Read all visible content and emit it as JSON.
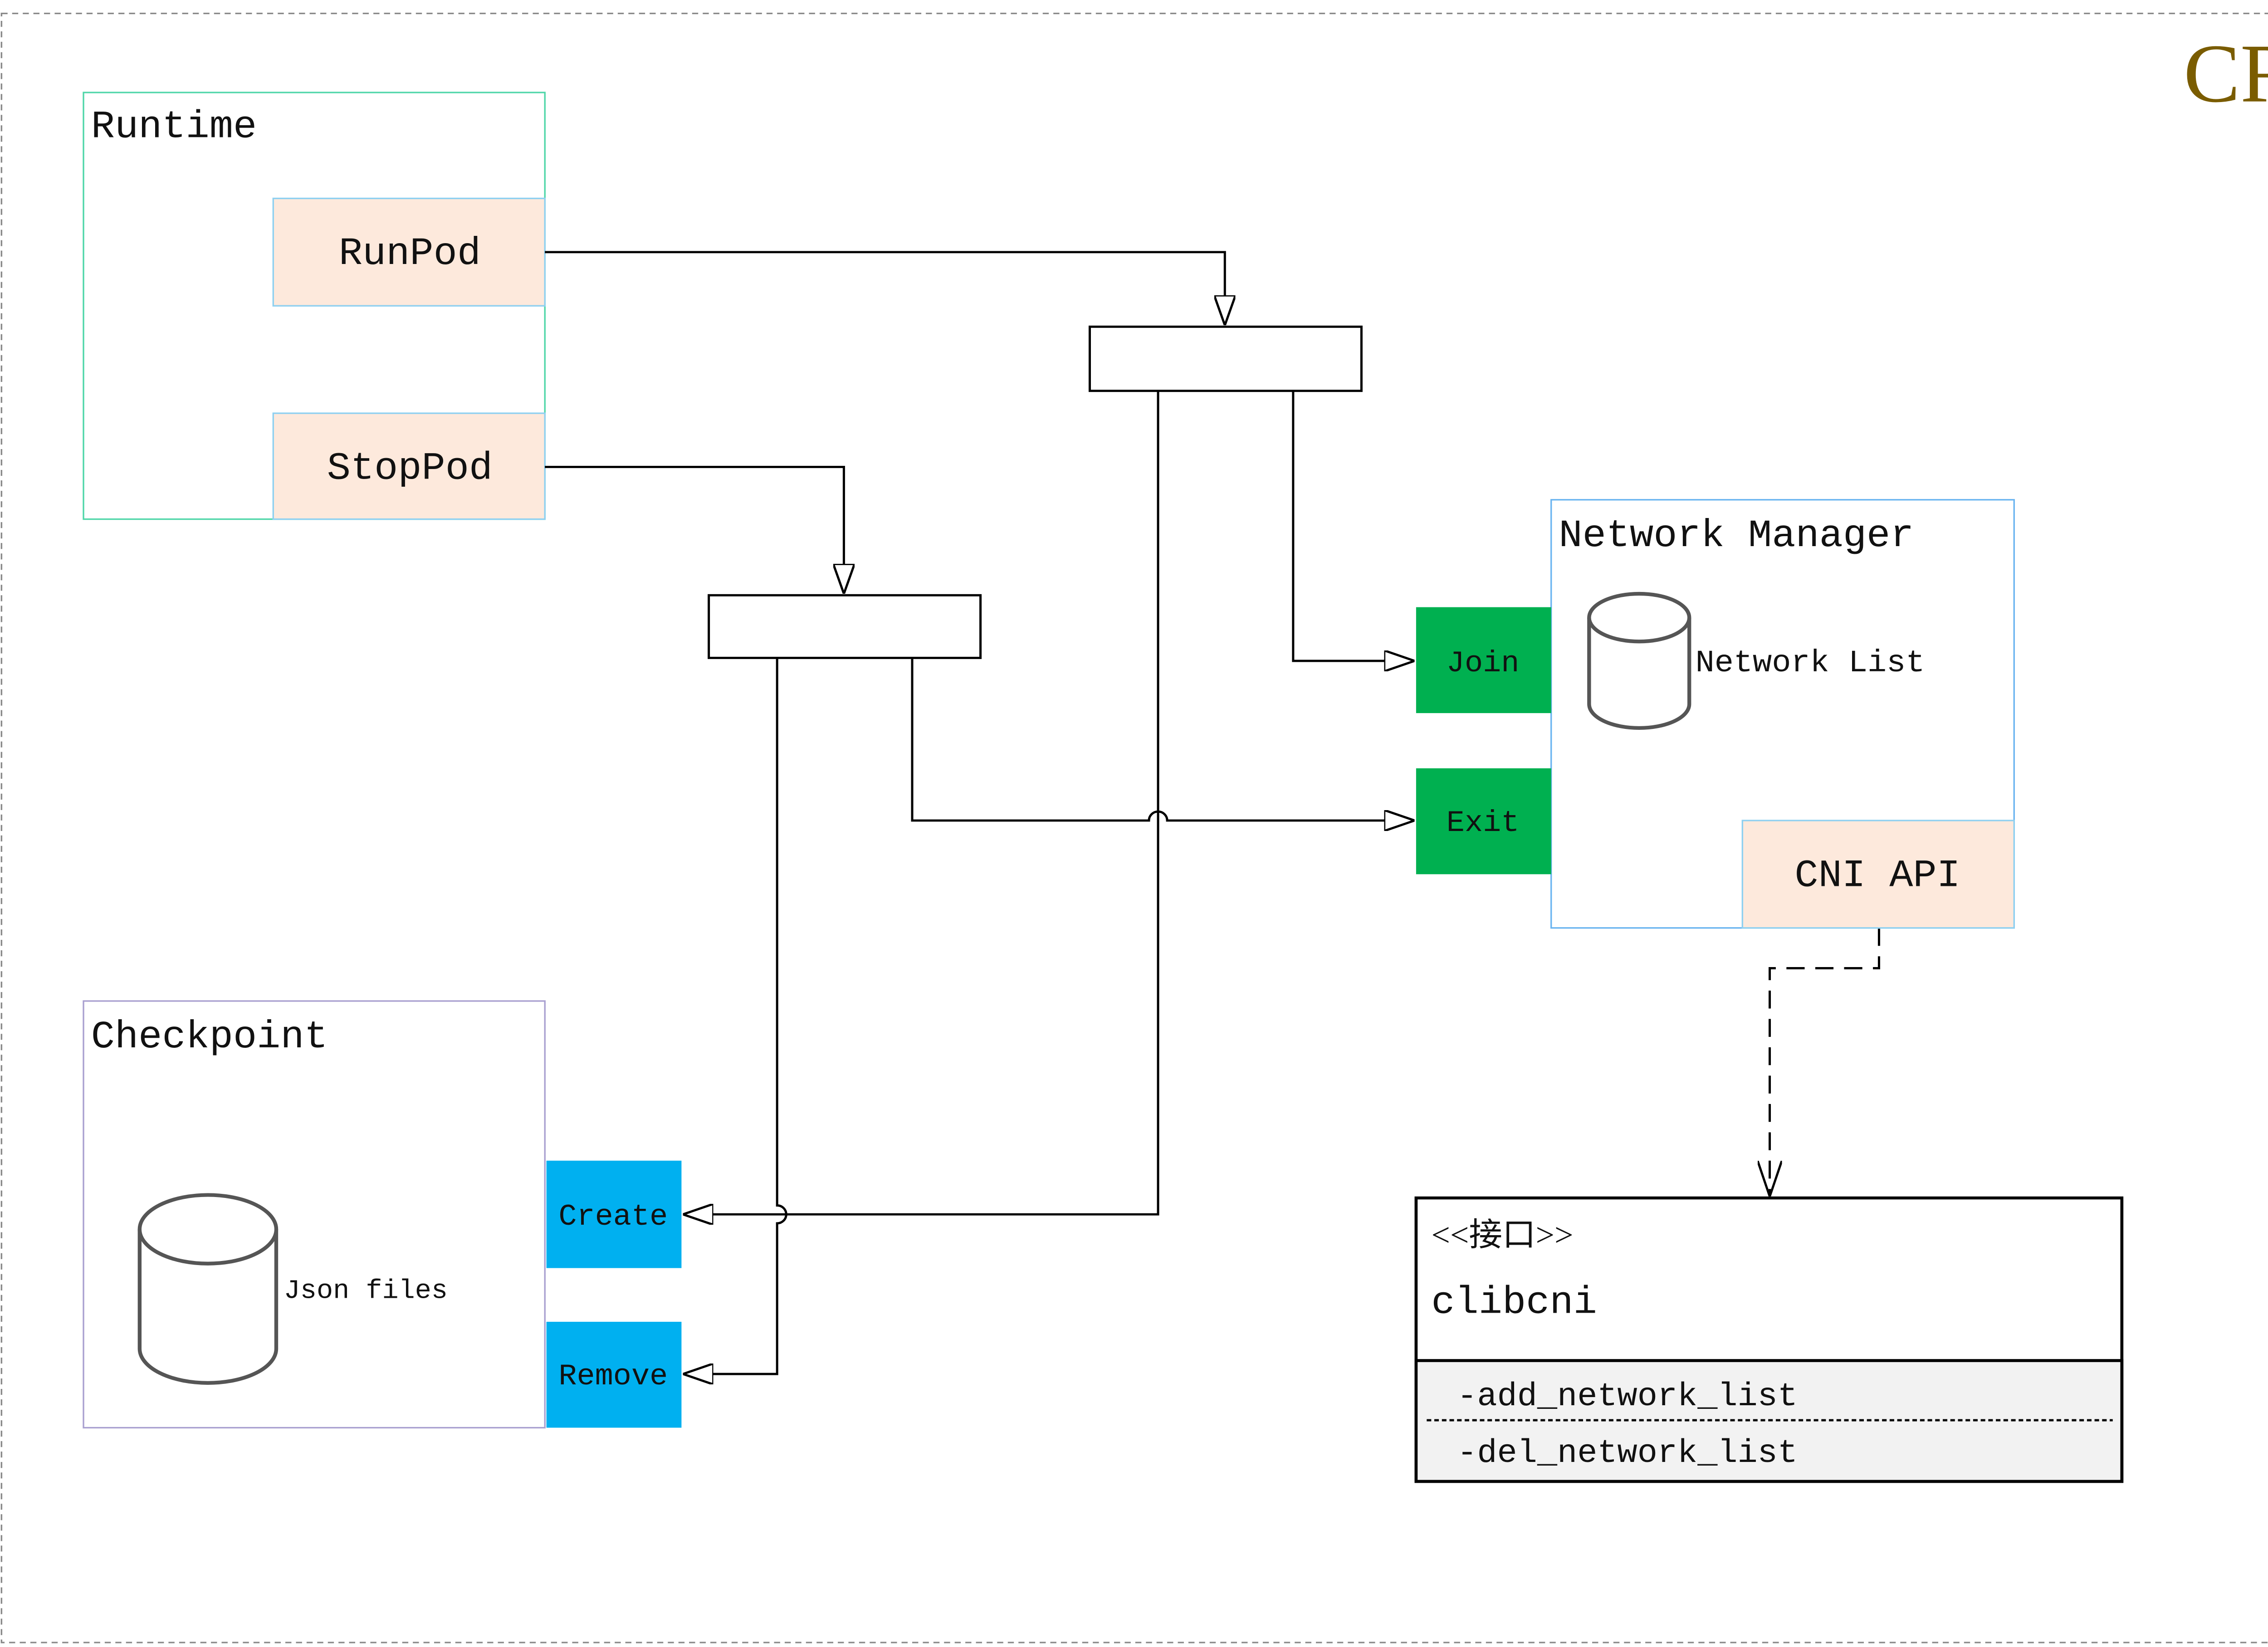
{
  "frame": {
    "title": "CRI",
    "title_color": "#7a5c00"
  },
  "runtime": {
    "title": "Runtime",
    "methods": [
      "RunPod",
      "StopPod"
    ]
  },
  "network_manager": {
    "title": "Network Manager",
    "store_label": "Network List",
    "api_label": "CNI API",
    "ports": [
      "Join",
      "Exit"
    ]
  },
  "checkpoint": {
    "title": "Checkpoint",
    "store_label": "Json files",
    "ports": [
      "Create",
      "Remove"
    ]
  },
  "clibcni": {
    "stereotype": "<<接口>>",
    "name": "clibcni",
    "operations": [
      "-add_network_list",
      "-del_network_list"
    ]
  },
  "colors": {
    "method_fill": "#fde9dc",
    "green_port": "#00b050",
    "blue_port": "#00b0f0",
    "ops_fill": "#f2f2f2"
  }
}
